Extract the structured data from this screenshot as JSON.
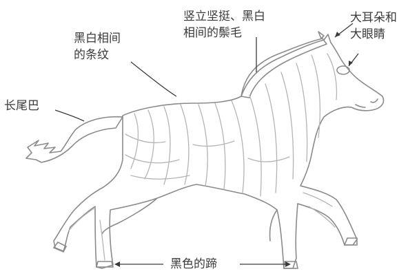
{
  "labels": {
    "tail": "长尾巴",
    "stripes_line1": "黑白相间",
    "stripes_line2": "的条纹",
    "mane_line1": "竖立坚挺、黑白",
    "mane_line2": "相间的鬃毛",
    "ears_line1": "大耳朵和",
    "ears_line2": "大眼睛",
    "hooves": "黑色的蹄"
  },
  "colors": {
    "outline": "#8a8a8a",
    "stripe": "#b4b4b4",
    "leader": "#3a3a3a",
    "text": "#3a3a3a",
    "background": "#ffffff"
  }
}
